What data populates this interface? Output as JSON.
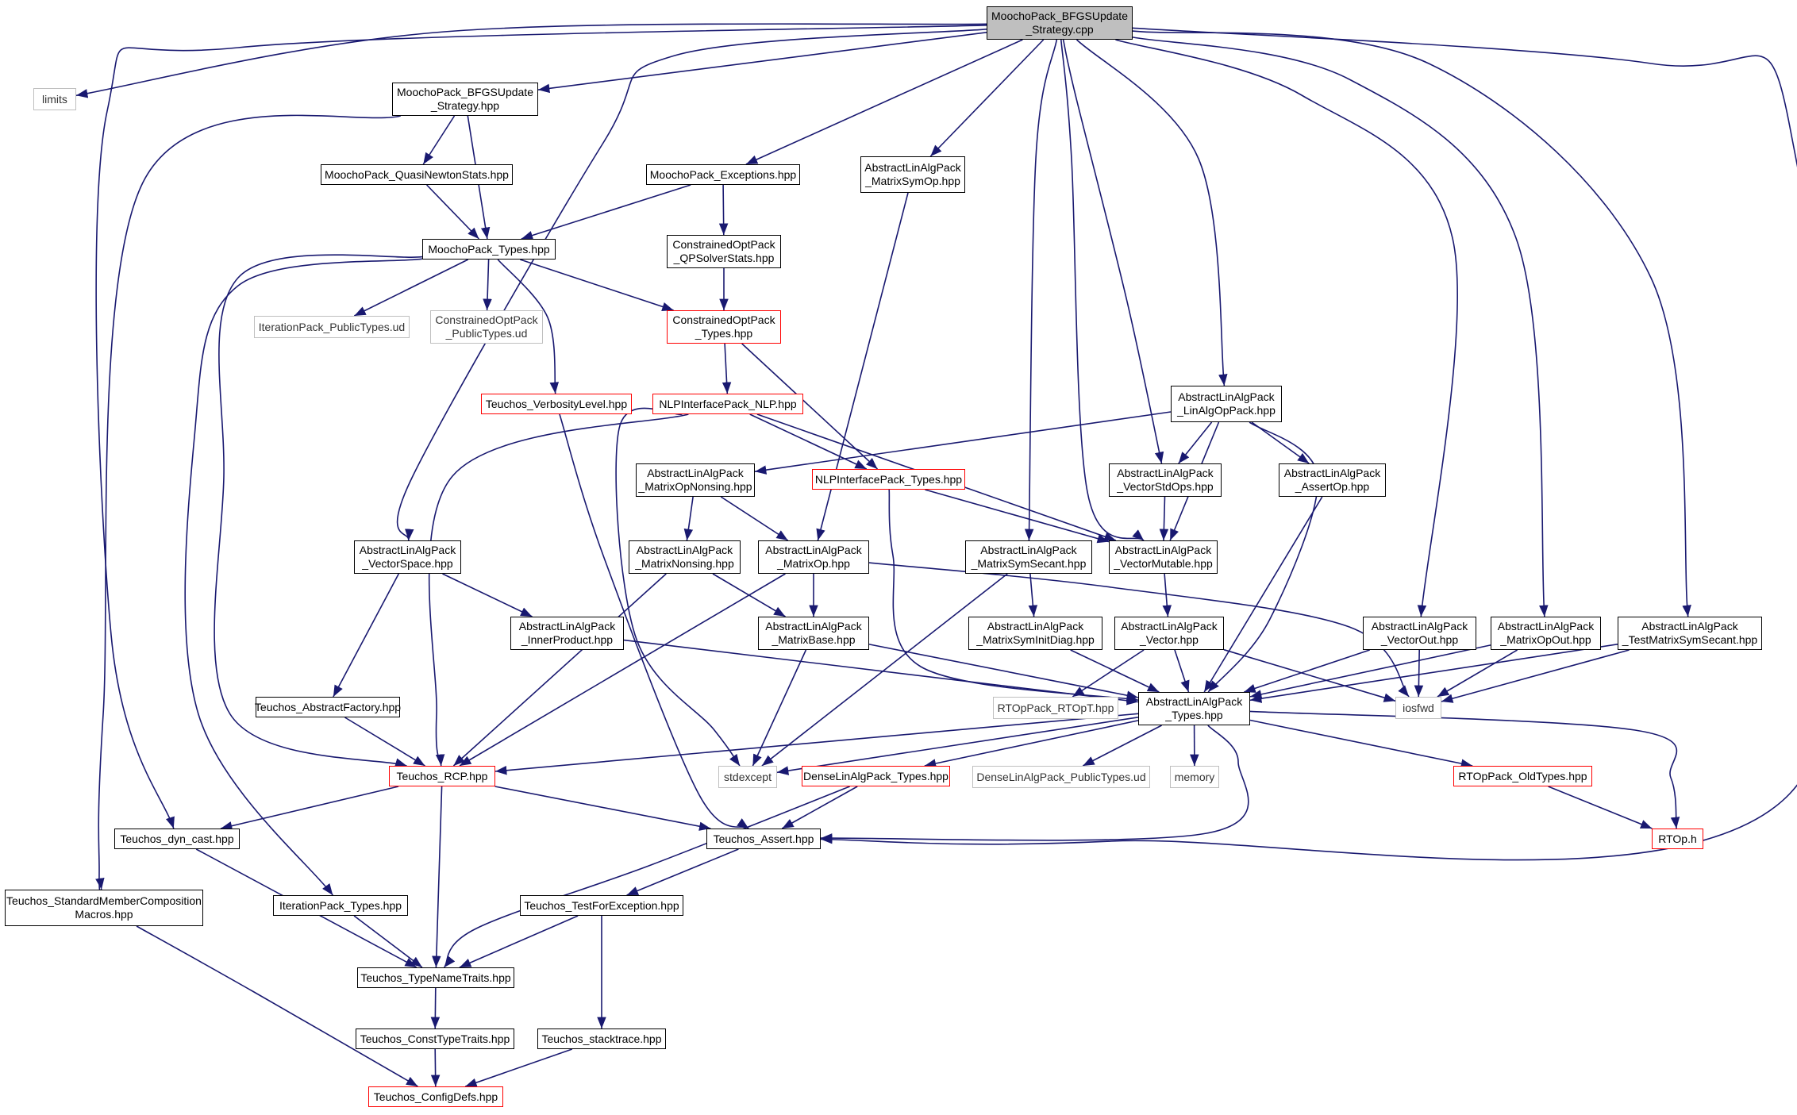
{
  "colors": {
    "edge": "#191970",
    "node_border": "#000000",
    "node_incomplete_border": "#ff0000",
    "node_system_border": "#bfbfbf",
    "root_fill": "#bfbfbf"
  },
  "nodes": {
    "root": {
      "label": "MoochoPack_BFGSUpdate\n_Strategy.cpp",
      "kind": "root"
    },
    "limits": {
      "label": "limits",
      "kind": "gray"
    },
    "bfgsh": {
      "label": "MoochoPack_BFGSUpdate\n_Strategy.hpp",
      "kind": "black"
    },
    "qns": {
      "label": "MoochoPack_QuasiNewtonStats.hpp",
      "kind": "black"
    },
    "exc": {
      "label": "MoochoPack_Exceptions.hpp",
      "kind": "black"
    },
    "msymop": {
      "label": "AbstractLinAlgPack\n_MatrixSymOp.hpp",
      "kind": "black"
    },
    "mtypes": {
      "label": "MoochoPack_Types.hpp",
      "kind": "black"
    },
    "qpss": {
      "label": "ConstrainedOptPack\n_QPSolverStats.hpp",
      "kind": "black"
    },
    "itpub": {
      "label": "IterationPack_PublicTypes.ud",
      "kind": "gray"
    },
    "copub": {
      "label": "ConstrainedOptPack\n_PublicTypes.ud",
      "kind": "gray"
    },
    "cotypes": {
      "label": "ConstrainedOptPack\n_Types.hpp",
      "kind": "red"
    },
    "verb": {
      "label": "Teuchos_VerbosityLevel.hpp",
      "kind": "red"
    },
    "nlp": {
      "label": "NLPInterfacePack_NLP.hpp",
      "kind": "red"
    },
    "linalgop": {
      "label": "AbstractLinAlgPack\n_LinAlgOpPack.hpp",
      "kind": "black"
    },
    "monons": {
      "label": "AbstractLinAlgPack\n_MatrixOpNonsing.hpp",
      "kind": "black"
    },
    "nlptypes": {
      "label": "NLPInterfacePack_Types.hpp",
      "kind": "red"
    },
    "vstdops": {
      "label": "AbstractLinAlgPack\n_VectorStdOps.hpp",
      "kind": "black"
    },
    "assertop": {
      "label": "AbstractLinAlgPack\n_AssertOp.hpp",
      "kind": "black"
    },
    "vspace": {
      "label": "AbstractLinAlgPack\n_VectorSpace.hpp",
      "kind": "black"
    },
    "mnons": {
      "label": "AbstractLinAlgPack\n_MatrixNonsing.hpp",
      "kind": "black"
    },
    "mop": {
      "label": "AbstractLinAlgPack\n_MatrixOp.hpp",
      "kind": "black"
    },
    "msymsec": {
      "label": "AbstractLinAlgPack\n_MatrixSymSecant.hpp",
      "kind": "black"
    },
    "vmut": {
      "label": "AbstractLinAlgPack\n_VectorMutable.hpp",
      "kind": "black"
    },
    "inprod": {
      "label": "AbstractLinAlgPack\n_InnerProduct.hpp",
      "kind": "black"
    },
    "mbase": {
      "label": "AbstractLinAlgPack\n_MatrixBase.hpp",
      "kind": "black"
    },
    "msymid": {
      "label": "AbstractLinAlgPack\n_MatrixSymInitDiag.hpp",
      "kind": "black"
    },
    "vec": {
      "label": "AbstractLinAlgPack\n_Vector.hpp",
      "kind": "black"
    },
    "vout": {
      "label": "AbstractLinAlgPack\n_VectorOut.hpp",
      "kind": "black"
    },
    "mopout": {
      "label": "AbstractLinAlgPack\n_MatrixOpOut.hpp",
      "kind": "black"
    },
    "tmss": {
      "label": "AbstractLinAlgPack\n_TestMatrixSymSecant.hpp",
      "kind": "black"
    },
    "absfac": {
      "label": "Teuchos_AbstractFactory.hpp",
      "kind": "black"
    },
    "rtopt": {
      "label": "RTOpPack_RTOpT.hpp",
      "kind": "gray"
    },
    "altypes": {
      "label": "AbstractLinAlgPack\n_Types.hpp",
      "kind": "black"
    },
    "iosfwd": {
      "label": "iosfwd",
      "kind": "gray"
    },
    "rcp": {
      "label": "Teuchos_RCP.hpp",
      "kind": "red"
    },
    "stdexc": {
      "label": "stdexcept",
      "kind": "gray"
    },
    "dlatypes": {
      "label": "DenseLinAlgPack_Types.hpp",
      "kind": "red"
    },
    "dlapub": {
      "label": "DenseLinAlgPack_PublicTypes.ud",
      "kind": "gray"
    },
    "memory": {
      "label": "memory",
      "kind": "gray"
    },
    "oldtypes": {
      "label": "RTOpPack_OldTypes.hpp",
      "kind": "red"
    },
    "dyncast": {
      "label": "Teuchos_dyn_cast.hpp",
      "kind": "black"
    },
    "tassert": {
      "label": "Teuchos_Assert.hpp",
      "kind": "black"
    },
    "rtoph": {
      "label": "RTOp.h",
      "kind": "red"
    },
    "smcm": {
      "label": "Teuchos_StandardMemberComposition\nMacros.hpp",
      "kind": "black"
    },
    "ittypes": {
      "label": "IterationPack_Types.hpp",
      "kind": "black"
    },
    "tfe": {
      "label": "Teuchos_TestForException.hpp",
      "kind": "black"
    },
    "tnt": {
      "label": "Teuchos_TypeNameTraits.hpp",
      "kind": "black"
    },
    "ctt": {
      "label": "Teuchos_ConstTypeTraits.hpp",
      "kind": "black"
    },
    "stack": {
      "label": "Teuchos_stacktrace.hpp",
      "kind": "black"
    },
    "cfg": {
      "label": "Teuchos_ConfigDefs.hpp",
      "kind": "red"
    }
  },
  "edges": [
    [
      "root",
      "limits"
    ],
    [
      "root",
      "bfgsh"
    ],
    [
      "root",
      "dyncast"
    ],
    [
      "root",
      "vspace"
    ],
    [
      "root",
      "exc"
    ],
    [
      "root",
      "msymop"
    ],
    [
      "root",
      "msymsec"
    ],
    [
      "root",
      "vmut"
    ],
    [
      "root",
      "vstdops"
    ],
    [
      "root",
      "linalgop"
    ],
    [
      "root",
      "vout"
    ],
    [
      "root",
      "mopout"
    ],
    [
      "root",
      "tmss"
    ],
    [
      "root",
      "tassert"
    ],
    [
      "bfgsh",
      "qns"
    ],
    [
      "bfgsh",
      "mtypes"
    ],
    [
      "bfgsh",
      "smcm"
    ],
    [
      "qns",
      "mtypes"
    ],
    [
      "exc",
      "mtypes"
    ],
    [
      "exc",
      "qpss"
    ],
    [
      "qpss",
      "cotypes"
    ],
    [
      "mtypes",
      "itpub"
    ],
    [
      "mtypes",
      "copub"
    ],
    [
      "mtypes",
      "cotypes"
    ],
    [
      "mtypes",
      "verb"
    ],
    [
      "mtypes",
      "rcp"
    ],
    [
      "mtypes",
      "ittypes"
    ],
    [
      "cotypes",
      "nlp"
    ],
    [
      "cotypes",
      "nlptypes"
    ],
    [
      "verb",
      "tassert"
    ],
    [
      "nlp",
      "nlptypes"
    ],
    [
      "nlp",
      "vmut"
    ],
    [
      "nlp",
      "rcp"
    ],
    [
      "nlp",
      "stdexc"
    ],
    [
      "msymop",
      "mop"
    ],
    [
      "linalgop",
      "vstdops"
    ],
    [
      "linalgop",
      "assertop"
    ],
    [
      "linalgop",
      "vmut"
    ],
    [
      "linalgop",
      "monons"
    ],
    [
      "linalgop",
      "altypes"
    ],
    [
      "monons",
      "mnons"
    ],
    [
      "monons",
      "mop"
    ],
    [
      "nlptypes",
      "vmut"
    ],
    [
      "nlptypes",
      "altypes"
    ],
    [
      "vstdops",
      "vmut"
    ],
    [
      "assertop",
      "altypes"
    ],
    [
      "vspace",
      "inprod"
    ],
    [
      "vspace",
      "absfac"
    ],
    [
      "mnons",
      "rcp"
    ],
    [
      "mnons",
      "mbase"
    ],
    [
      "mop",
      "mbase"
    ],
    [
      "mop",
      "rcp"
    ],
    [
      "mop",
      "iosfwd"
    ],
    [
      "msymsec",
      "msymid"
    ],
    [
      "msymsec",
      "stdexc"
    ],
    [
      "vmut",
      "vec"
    ],
    [
      "inprod",
      "altypes"
    ],
    [
      "mbase",
      "altypes"
    ],
    [
      "mbase",
      "stdexc"
    ],
    [
      "msymid",
      "altypes"
    ],
    [
      "vec",
      "rtopt"
    ],
    [
      "vec",
      "altypes"
    ],
    [
      "vec",
      "iosfwd"
    ],
    [
      "vout",
      "altypes"
    ],
    [
      "vout",
      "iosfwd"
    ],
    [
      "mopout",
      "altypes"
    ],
    [
      "mopout",
      "iosfwd"
    ],
    [
      "tmss",
      "altypes"
    ],
    [
      "tmss",
      "iosfwd"
    ],
    [
      "absfac",
      "rcp"
    ],
    [
      "altypes",
      "rcp"
    ],
    [
      "altypes",
      "stdexc"
    ],
    [
      "altypes",
      "dlatypes"
    ],
    [
      "altypes",
      "dlapub"
    ],
    [
      "altypes",
      "memory"
    ],
    [
      "altypes",
      "oldtypes"
    ],
    [
      "altypes",
      "rtoph"
    ],
    [
      "altypes",
      "tassert"
    ],
    [
      "rcp",
      "dyncast"
    ],
    [
      "rcp",
      "tassert"
    ],
    [
      "rcp",
      "tnt"
    ],
    [
      "dlatypes",
      "tassert"
    ],
    [
      "dlatypes",
      "tnt"
    ],
    [
      "oldtypes",
      "rtoph"
    ],
    [
      "dyncast",
      "tnt"
    ],
    [
      "tassert",
      "tfe"
    ],
    [
      "smcm",
      "cfg"
    ],
    [
      "ittypes",
      "tnt"
    ],
    [
      "tfe",
      "tnt"
    ],
    [
      "tfe",
      "stack"
    ],
    [
      "tnt",
      "ctt"
    ],
    [
      "ctt",
      "cfg"
    ],
    [
      "stack",
      "cfg"
    ]
  ]
}
